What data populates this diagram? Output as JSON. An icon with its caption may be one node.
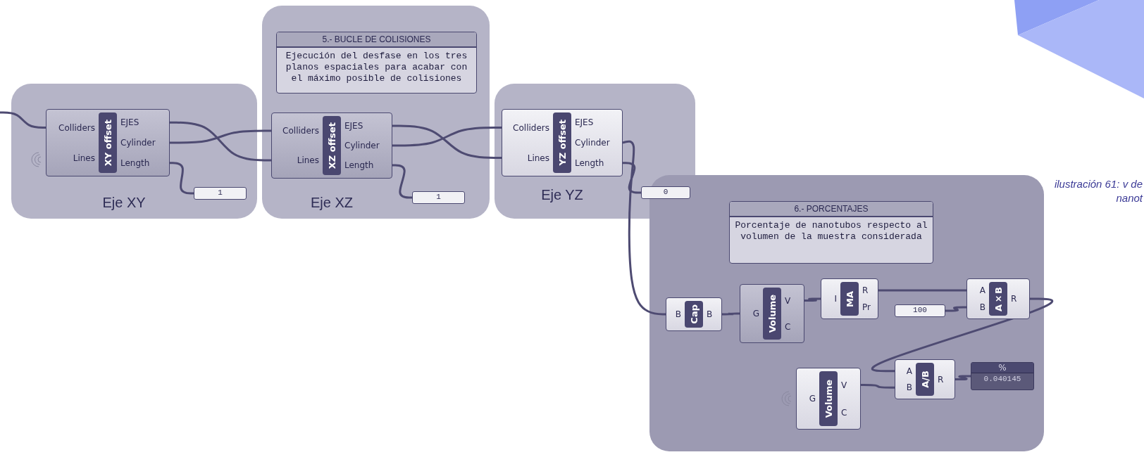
{
  "diagram": {
    "caption": "ilustración 61: v de nanot",
    "nodes": [
      {
        "text": [
          "Eje XY"
        ]
      },
      {
        "text": [
          "Colliders",
          "Lines",
          "XY offset",
          "EJES",
          "Cylinder",
          "Length"
        ],
        "in": 0
      },
      {
        "text": [
          "1"
        ],
        "in": 0
      },
      {
        "text": [
          "Eje XZ"
        ]
      },
      {
        "text": [
          "5.- BUCLE DE COLISIONES",
          "Ejecución del desfase en los tres planos espaciales para acabar con el máximo posible de colisiones"
        ],
        "in": 3
      },
      {
        "text": [
          "Colliders",
          "Lines",
          "XZ offset",
          "EJES",
          "Cylinder",
          "Length"
        ],
        "in": 3
      },
      {
        "text": [
          "1"
        ],
        "in": 3
      },
      {
        "text": [
          "Eje YZ"
        ]
      },
      {
        "text": [
          "Colliders",
          "Lines",
          "YZ offset",
          "EJES",
          "Cylinder",
          "Length"
        ],
        "in": 7
      },
      {
        "text": [
          "0"
        ],
        "in": 7
      },
      {
        "text": [],
        "shape": "box"
      },
      {
        "text": [
          "6.- PORCENTAJES",
          "Porcentaje de nanotubos respecto al volumen de la muestra considerada"
        ],
        "in": 10
      },
      {
        "text": [
          "B",
          "Cap",
          "B"
        ],
        "in": 10
      },
      {
        "text": [
          "G",
          "Volume",
          "V",
          "C"
        ],
        "in": 10
      },
      {
        "text": [
          "I",
          "MA",
          "R",
          "Pr"
        ],
        "in": 10
      },
      {
        "text": [
          "100"
        ],
        "in": 10
      },
      {
        "text": [
          "A",
          "B",
          "A×B",
          "R"
        ],
        "in": 10
      },
      {
        "text": [
          "G",
          "Volume",
          "V",
          "C"
        ],
        "in": 10
      },
      {
        "text": [
          "A",
          "B",
          "A/B",
          "R"
        ],
        "in": 10
      },
      {
        "text": [
          "%",
          "0.040145"
        ],
        "in": 10
      }
    ],
    "edges": [
      {
        "from": null,
        "to": 1,
        "arrow": "none"
      },
      {
        "from": 1,
        "to": 5,
        "arrow": "none"
      },
      {
        "from": 1,
        "to": 5,
        "arrow": "none"
      },
      {
        "from": 1,
        "to": 2,
        "arrow": "none"
      },
      {
        "from": 5,
        "to": 8,
        "arrow": "none"
      },
      {
        "from": 5,
        "to": 8,
        "arrow": "none"
      },
      {
        "from": 5,
        "to": 6,
        "arrow": "none"
      },
      {
        "from": 8,
        "to": 9,
        "arrow": "none"
      },
      {
        "from": 8,
        "to": 12,
        "arrow": "none"
      },
      {
        "from": 12,
        "to": 13,
        "arrow": "none"
      },
      {
        "from": 13,
        "to": 14,
        "arrow": "none"
      },
      {
        "from": 14,
        "to": 16,
        "arrow": "none"
      },
      {
        "from": 15,
        "to": 16,
        "arrow": "none"
      },
      {
        "from": 16,
        "to": 18,
        "arrow": "none"
      },
      {
        "from": 17,
        "to": 18,
        "arrow": "none"
      },
      {
        "from": 18,
        "to": 19,
        "arrow": "none"
      }
    ]
  }
}
